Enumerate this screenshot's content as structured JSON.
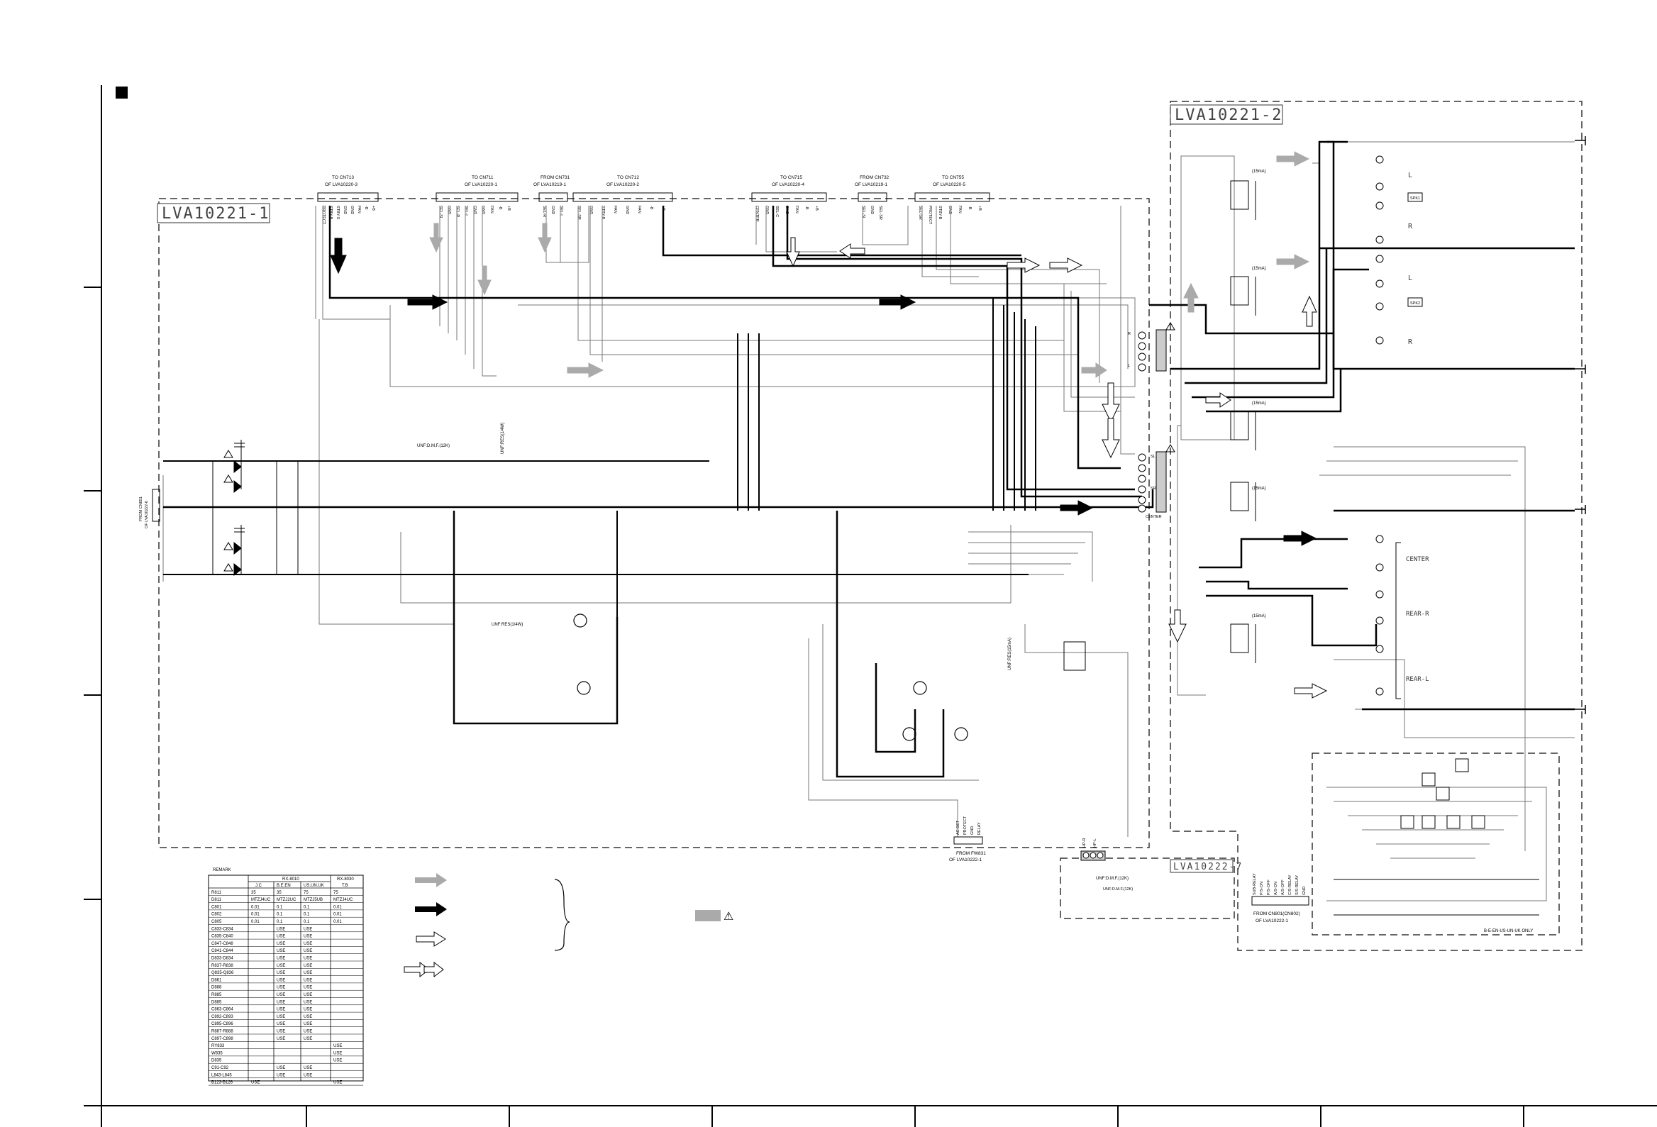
{
  "boards": {
    "main": "LVA10221-1",
    "right": "LVA10221-2",
    "bottom": "LVA10222-7"
  },
  "connectors_top": [
    {
      "title": "TO CN713",
      "sub": "OF LVA10220-3",
      "pins": [
        "PROTECT",
        "STBY-B",
        "STBY-S",
        "GND",
        "GND",
        "FAN",
        "-B",
        "+B"
      ]
    },
    {
      "title": "TO CN711",
      "sub": "OF LVA10220-1",
      "pins": [
        "SEL-SL",
        "GND",
        "SEL-R",
        "SEL-L",
        "GND",
        "GND",
        "FAN",
        "-B",
        "+B"
      ]
    },
    {
      "title": "FROM CN731",
      "sub": "OF LVA10219-1",
      "pins": [
        "SEL-R",
        "GND",
        "SEL-L"
      ]
    },
    {
      "title": "TO CN712",
      "sub": "OF LVA10220-2",
      "pins": [
        "SEL-SR",
        "GND",
        "STBY-B",
        "FAN",
        "GND",
        "FAN",
        "-B",
        "+B"
      ]
    },
    {
      "title": "TO CN715",
      "sub": "OF LVA10220-4",
      "pins": [
        "CENTER",
        "GND",
        "SEL-C",
        "GND",
        "FAN",
        "-B",
        "+B"
      ]
    },
    {
      "title": "FROM CN732",
      "sub": "OF LVA10219-1",
      "pins": [
        "SEL-SL",
        "GND",
        "SEL-SR"
      ]
    },
    {
      "title": "TO CN755",
      "sub": "OF LVA10220-5",
      "pins": [
        "SEL-SR",
        "PROTECT",
        "STBY-B",
        "GND",
        "FAN",
        "-B",
        "+B"
      ]
    }
  ],
  "left_connector": {
    "title": "FROM CN851",
    "sub": "OF LVA10222-6"
  },
  "bottom_connector": {
    "title": "FROM FW831",
    "sub": "OF LVA10222-1",
    "pins": [
      "AC DET",
      "PROTECT",
      "GND",
      "RELAY"
    ]
  },
  "bottom_right_connector": {
    "title": "FROM CN801(CN802)",
    "sub": "OF LVA10222-1",
    "pins": [
      "SUB-RELAY",
      "P/S-ON",
      "P/S-OFF",
      "A/S-ON",
      "A/S-OFF",
      "C/S-RELAY",
      "S/S-RELAY",
      "GND"
    ]
  },
  "small_connector_pins": [
    "HP-R",
    "HP-L"
  ],
  "speaker_labels": [
    "L",
    "SPK1",
    "R",
    "L",
    "SPK2",
    "R"
  ],
  "output_labels": [
    "CENTER",
    "REAR-R",
    "REAR-L"
  ],
  "terminal_labels": [
    "R",
    "L",
    "SL",
    "SR",
    "CENTER"
  ],
  "relay_labels": [
    "(15mA)",
    "(15mA)",
    "(15mA)",
    "(15mA)",
    "(15mA)"
  ],
  "misc_labels": {
    "unf_dmf": "UNF:D.M.F.(12K)",
    "unf_res": "UNF:RES(1/4W)",
    "unf_res2": "UNF:RES(1/4W)",
    "unf_res3": "UNF:RES(15mA)",
    "unf_dmf2": "UNF:D.M.F.(12K)",
    "region_note": "B-E-EN-US-UN-UK ONLY",
    "unf_bottom": "UNF:D.M.F.(12K)"
  },
  "legend": {
    "items": [
      "",
      "",
      "",
      ""
    ],
    "warning_symbol": "⚠"
  },
  "remark_table": {
    "title": "REMARK",
    "group_header_1": "RX-8010",
    "group_header_2": "RX-8030",
    "col_headers": [
      "",
      "J.C",
      "B.E.EN",
      "US.UN.UK",
      "T.B"
    ],
    "rows": [
      [
        "R811",
        "35",
        "35",
        "75",
        "75"
      ],
      [
        "D811",
        "MTZJ4UC",
        "MTZJ2UC",
        "MTZJ5UB",
        "MTZJ4UC"
      ],
      [
        "C801",
        "0.01",
        "0.1",
        "0.1",
        "0.01"
      ],
      [
        "C802",
        "0.01",
        "0.1",
        "0.1",
        "0.01"
      ],
      [
        "C805",
        "0.01",
        "0.1",
        "0.1",
        "0.01"
      ],
      [
        "C833-C834",
        "",
        "USE",
        "USE",
        ""
      ],
      [
        "C835-C840",
        "",
        "USE",
        "USE",
        ""
      ],
      [
        "C847-C848",
        "",
        "USE",
        "USE",
        ""
      ],
      [
        "C841-C844",
        "",
        "USE",
        "USE",
        ""
      ],
      [
        "D833-D834",
        "",
        "USE",
        "USE",
        ""
      ],
      [
        "R837-R838",
        "",
        "USE",
        "USE",
        ""
      ],
      [
        "Q835-Q836",
        "",
        "USE",
        "USE",
        ""
      ],
      [
        "D861",
        "",
        "USE",
        "USE",
        ""
      ],
      [
        "D888",
        "",
        "USE",
        "USE",
        ""
      ],
      [
        "R885",
        "",
        "USE",
        "USE",
        ""
      ],
      [
        "D885",
        "",
        "USE",
        "USE",
        ""
      ],
      [
        "C863-C864",
        "",
        "USE",
        "USE",
        ""
      ],
      [
        "C892-C893",
        "",
        "USE",
        "USE",
        ""
      ],
      [
        "C895-C896",
        "",
        "USE",
        "USE",
        ""
      ],
      [
        "R887-R888",
        "",
        "USE",
        "USE",
        ""
      ],
      [
        "C897-C898",
        "",
        "USE",
        "USE",
        ""
      ],
      [
        "RY833",
        "",
        "",
        "",
        "USE"
      ],
      [
        "W835",
        "",
        "",
        "",
        "USE"
      ],
      [
        "D835",
        "",
        "",
        "",
        "USE"
      ],
      [
        "C91-C92",
        "",
        "USE",
        "USE",
        ""
      ],
      [
        "L843-L845",
        "",
        "USE",
        "USE",
        ""
      ],
      [
        "B123-B126",
        "USE",
        "",
        "",
        "USE"
      ]
    ]
  }
}
